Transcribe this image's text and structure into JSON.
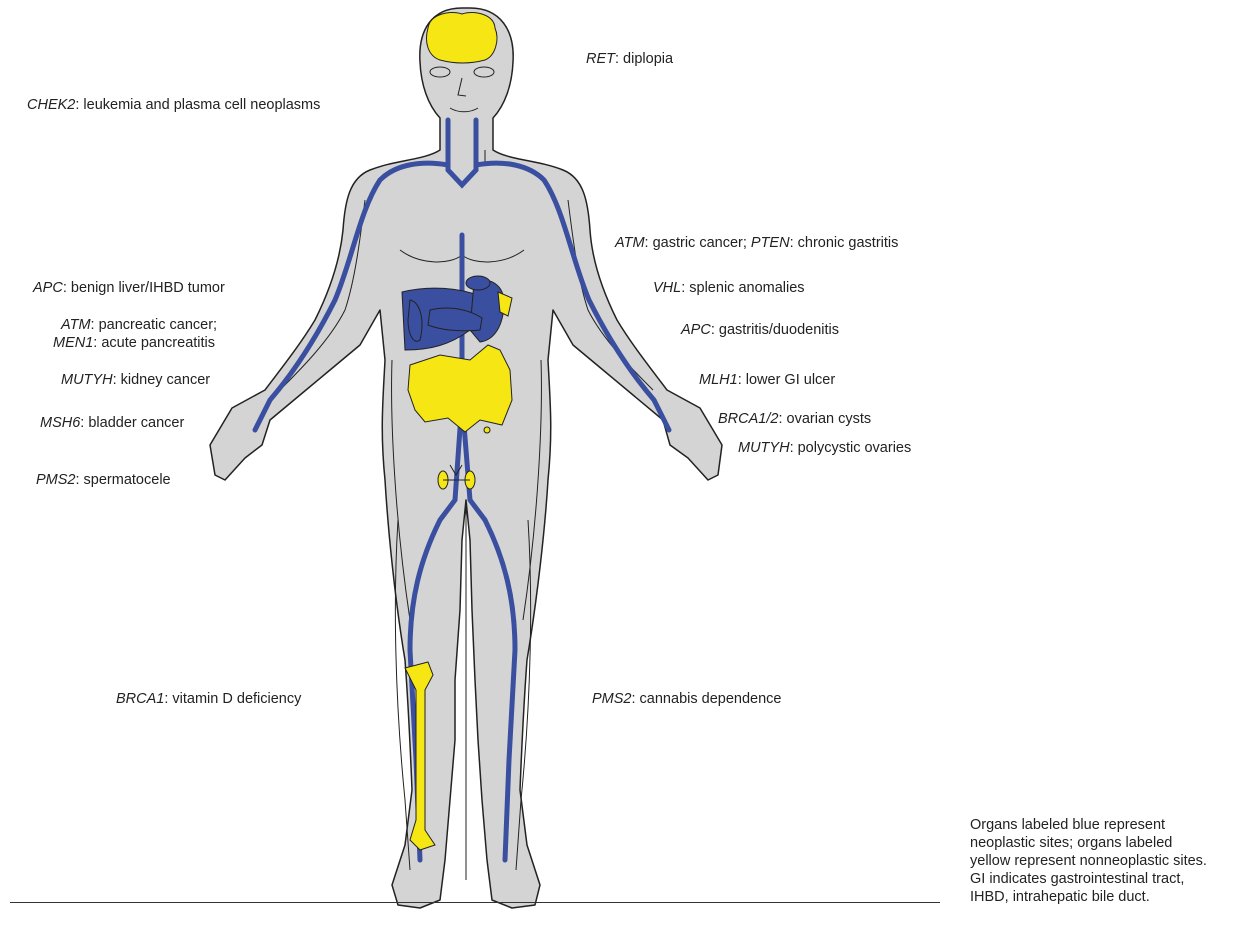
{
  "labels": {
    "ret": {
      "gene": "RET",
      "text": ": diplopia"
    },
    "chek2": {
      "gene": "CHEK2",
      "text": ": leukemia and plasma cell neoplasms"
    },
    "atm_gastric": {
      "gene": "ATM",
      "text": ": gastric cancer; ",
      "gene2": "PTEN",
      "text2": ": chronic gastritis"
    },
    "apc_liver": {
      "gene": "APC",
      "text": ": benign liver/IHBD tumor"
    },
    "vhl": {
      "gene": "VHL",
      "text": ": splenic anomalies"
    },
    "atm_pancreas": {
      "gene": "ATM",
      "text": ": pancreatic cancer;"
    },
    "men1": {
      "gene": "MEN1",
      "text": ": acute pancreatitis"
    },
    "apc_gastritis": {
      "gene": "APC",
      "text": ": gastritis/duodenitis"
    },
    "mutyh_kidney": {
      "gene": "MUTYH",
      "text": ": kidney cancer"
    },
    "mlh1": {
      "gene": "MLH1",
      "text": ": lower GI ulcer"
    },
    "msh6": {
      "gene": "MSH6",
      "text": ": bladder cancer"
    },
    "brca12": {
      "gene": "BRCA1/2",
      "text": ": ovarian cysts"
    },
    "mutyh_ovaries": {
      "gene": "MUTYH",
      "text": ": polycystic ovaries"
    },
    "pms2_sperm": {
      "gene": "PMS2",
      "text": ": spermatocele"
    },
    "brca1_vitd": {
      "gene": "BRCA1",
      "text": ": vitamin D deficiency"
    },
    "pms2_cannabis": {
      "gene": "PMS2",
      "text": ": cannabis dependence"
    }
  },
  "note": {
    "line1": "Organs labeled blue represent",
    "line2": "neoplastic sites; organs labeled",
    "line3": "yellow represent nonneoplastic sites.",
    "line4": "GI indicates gastrointestinal tract,",
    "line5": "IHBD, intrahepatic bile duct."
  },
  "colors": {
    "neoplastic_blue": "#3a4fa0",
    "nonneoplastic_yellow": "#f5e614",
    "body_gray": "#d4d4d4",
    "outline": "#222222"
  }
}
